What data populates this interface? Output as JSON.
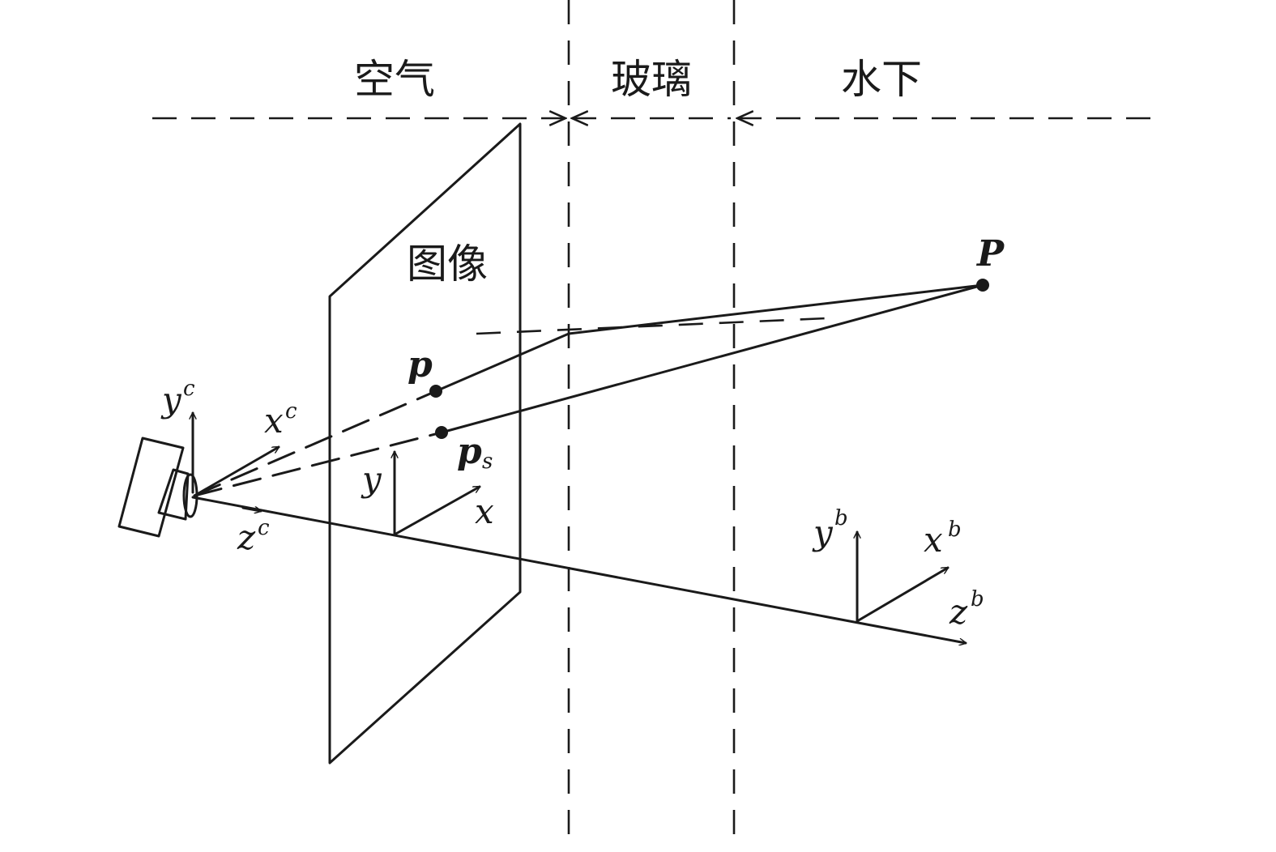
{
  "regions": {
    "air": "空气",
    "glass": "玻璃",
    "underwater": "水下"
  },
  "image_plane_label": "图像",
  "points": {
    "object_point": "P",
    "image_point": "p",
    "image_point_s": "p",
    "image_point_s_subscript": "s"
  },
  "camera_axes": {
    "y": "y",
    "y_sup": "c",
    "x": "x",
    "x_sup": "c",
    "z": "z",
    "z_sup": "c"
  },
  "image_axes": {
    "y": "y",
    "x": "x"
  },
  "body_axes": {
    "y": "y",
    "y_sup": "b",
    "x": "x",
    "x_sup": "b",
    "z": "z",
    "z_sup": "b"
  }
}
